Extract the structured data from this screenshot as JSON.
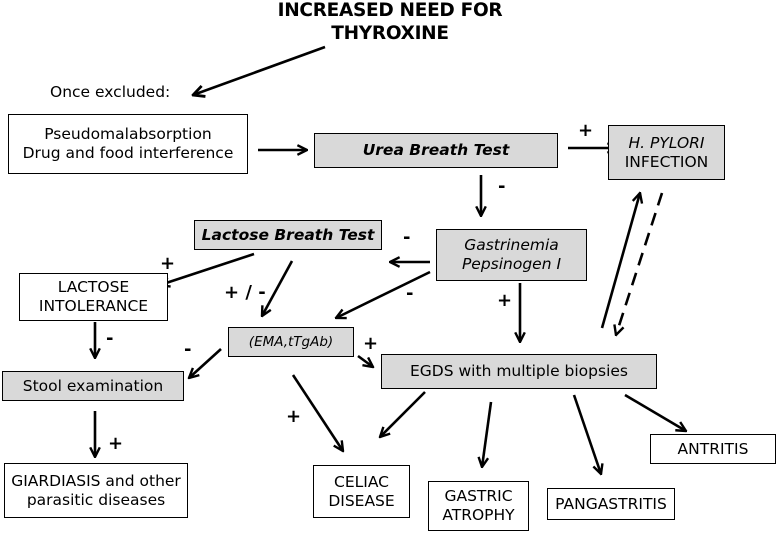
{
  "header": {
    "title_line1": "INCREASED NEED FOR",
    "title_line2": "THYROXINE"
  },
  "intro": {
    "label": "Once excluded:"
  },
  "nodes": {
    "pseudomalabsorption": {
      "line1": "Pseudomalabsorption",
      "line2": "Drug and food interference"
    },
    "urea_breath_test": {
      "label": "Urea Breath Test"
    },
    "h_pylori": {
      "line1": "H. PYLORI",
      "line2": "INFECTION"
    },
    "lactose_breath_test": {
      "label": "Lactose Breath Test"
    },
    "gastrinemia": {
      "line1": "Gastrinemia",
      "line2": "Pepsinogen I"
    },
    "lactose_intolerance": {
      "line1": "LACTOSE",
      "line2": "INTOLERANCE"
    },
    "ema_ttgab": {
      "label": "(EMA,tTgAb)"
    },
    "egds": {
      "label": "EGDS with multiple biopsies"
    },
    "stool_examination": {
      "label": "Stool examination"
    },
    "giardiasis": {
      "line1": "GIARDIASIS and other",
      "line2": "parasitic diseases"
    },
    "celiac_disease": {
      "line1": "CELIAC",
      "line2": "DISEASE"
    },
    "gastric_atrophy": {
      "line1": "GASTRIC",
      "line2": "ATROPHY"
    },
    "pangastritis": {
      "label": "PANGASTRITIS"
    },
    "antritis": {
      "label": "ANTRITIS"
    }
  },
  "edge_labels": {
    "urea_to_hpylori": "+",
    "urea_to_gastrinemia": "-",
    "gastrinemia_to_lactose_test": "-",
    "gastrinemia_to_ema": "-",
    "gastrinemia_to_egds": "+",
    "lactose_test_to_intolerance": "+",
    "lactose_test_to_ema": "+ / -",
    "intolerance_to_stool": "-",
    "ema_to_stool": "-",
    "ema_to_egds": "+",
    "ema_to_celiac": "+",
    "stool_to_giardiasis": "+"
  }
}
